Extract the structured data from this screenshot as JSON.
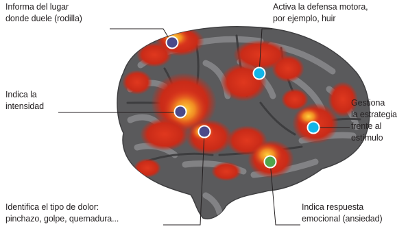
{
  "colors": {
    "marker_purple": "#4b4a8a",
    "marker_cyan": "#12b5e8",
    "marker_green": "#4fa54c",
    "brain_gray": "#5a5a5c",
    "activation_red": "#d9331d",
    "activation_yellow": "#f5c02c"
  },
  "annotations": [
    {
      "id": "location",
      "marker": "marker_purple",
      "lines": [
        "Informa del lugar",
        "donde duele (rodilla)"
      ]
    },
    {
      "id": "motor",
      "marker": "marker_cyan",
      "lines": [
        "Activa la defensa motora,",
        "por ejemplo, huir"
      ]
    },
    {
      "id": "strategy",
      "marker": "marker_cyan",
      "lines": [
        "Gestiona",
        "la estrategia",
        "frente al",
        "estímulo"
      ]
    },
    {
      "id": "intensity",
      "marker": "marker_purple",
      "lines": [
        "Indica la",
        "intensidad"
      ]
    },
    {
      "id": "type",
      "marker": "marker_purple",
      "lines": [
        "Identifica el tipo de dolor:",
        "pinchazo, golpe, quemadura..."
      ]
    },
    {
      "id": "emotion",
      "marker": "marker_green",
      "lines": [
        "Indica respuesta",
        "emocional (ansiedad)"
      ]
    }
  ]
}
